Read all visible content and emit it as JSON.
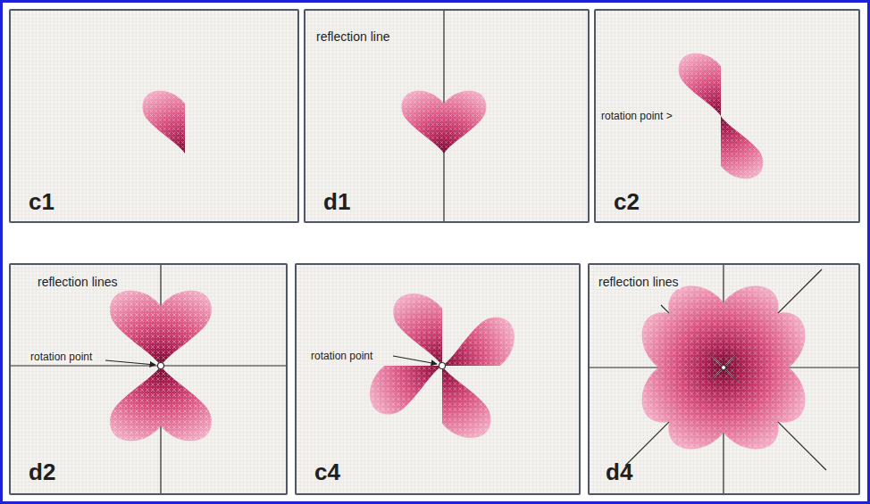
{
  "diagram": {
    "nodes": [
      {
        "text": [
          "c1"
        ]
      },
      {
        "text": [
          "reflection line",
          "d1"
        ]
      },
      {
        "text": [
          "rotation point >",
          "c2"
        ]
      },
      {
        "text": [
          "reflection lines",
          "rotation point",
          "d2"
        ]
      },
      {
        "text": [
          "rotation point",
          "c4"
        ]
      },
      {
        "text": [
          "reflection lines",
          "d4"
        ]
      }
    ]
  }
}
